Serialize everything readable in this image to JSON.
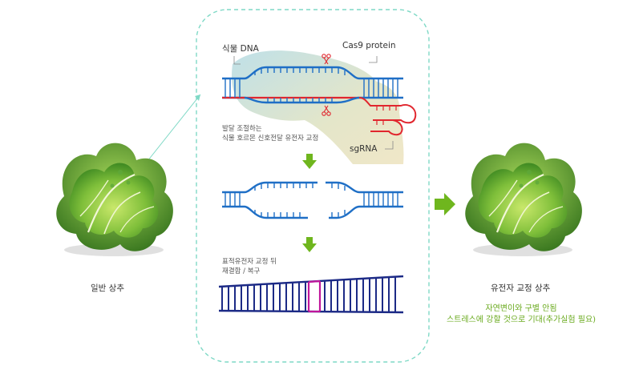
{
  "labels": {
    "plant_dna": "식물 DNA",
    "cas9": "Cas9 protein",
    "target_gene_line1": "발달 조절하는",
    "target_gene_line2": "식물 호르몬 신호전달 유전자 교정",
    "sgrna": "sgRNA",
    "repair_line1": "표적유전자 교정 뒤",
    "repair_line2": "재결합 / 복구",
    "normal_lettuce": "일반 상추",
    "edited_lettuce": "유전자 교정 상추",
    "note_line1": "자연변이와 구별 안됨",
    "note_line2": "스트레스에 강할 것으로 기대(추가실험 필요)"
  },
  "icons": {
    "scissors_top": "scissors-icon",
    "scissors_bottom": "scissors-icon",
    "arrow": "arrow-down-icon",
    "arrow_right": "arrow-right-icon"
  },
  "colors": {
    "dna_blue": "#1f6fc6",
    "dna_dark": "#1c2a86",
    "strand_red": "#e1262e",
    "edit_magenta": "#c0169b",
    "arrow_green": "#6fb61e",
    "panel_border": "#7fd9c6",
    "note_green": "#6aaa1e"
  }
}
